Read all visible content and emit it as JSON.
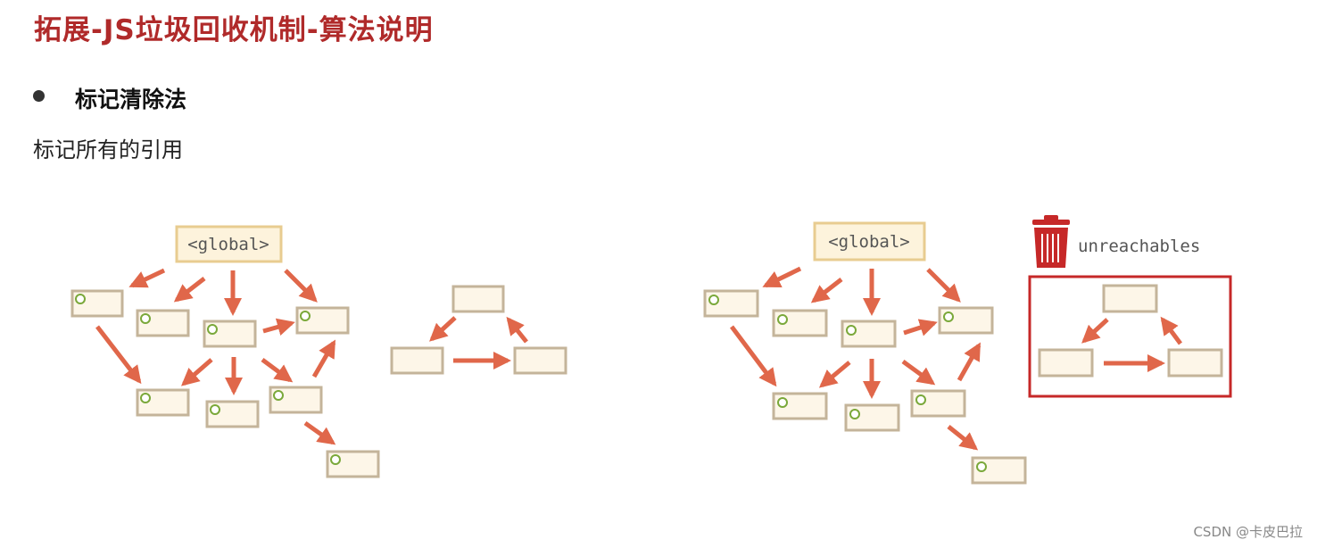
{
  "page": {
    "title": "拓展-JS垃圾回收机制-算法说明",
    "section_heading": "标记清除法",
    "description": "标记所有的引用",
    "watermark": "CSDN @卡皮巴拉"
  },
  "diagrams": {
    "left": {
      "root_label": "<global>"
    },
    "right": {
      "root_label": "<global>",
      "bin_label": "unreachables"
    }
  },
  "colors": {
    "title": "#b02a2a",
    "arrow": "#e0674a",
    "node_fill": "#fdf6e8",
    "node_border": "#c4b49a",
    "global_border": "#e8cc90",
    "mark": "#7aa83a",
    "bin": "#c62828",
    "unreachable_box": "#c62828"
  }
}
